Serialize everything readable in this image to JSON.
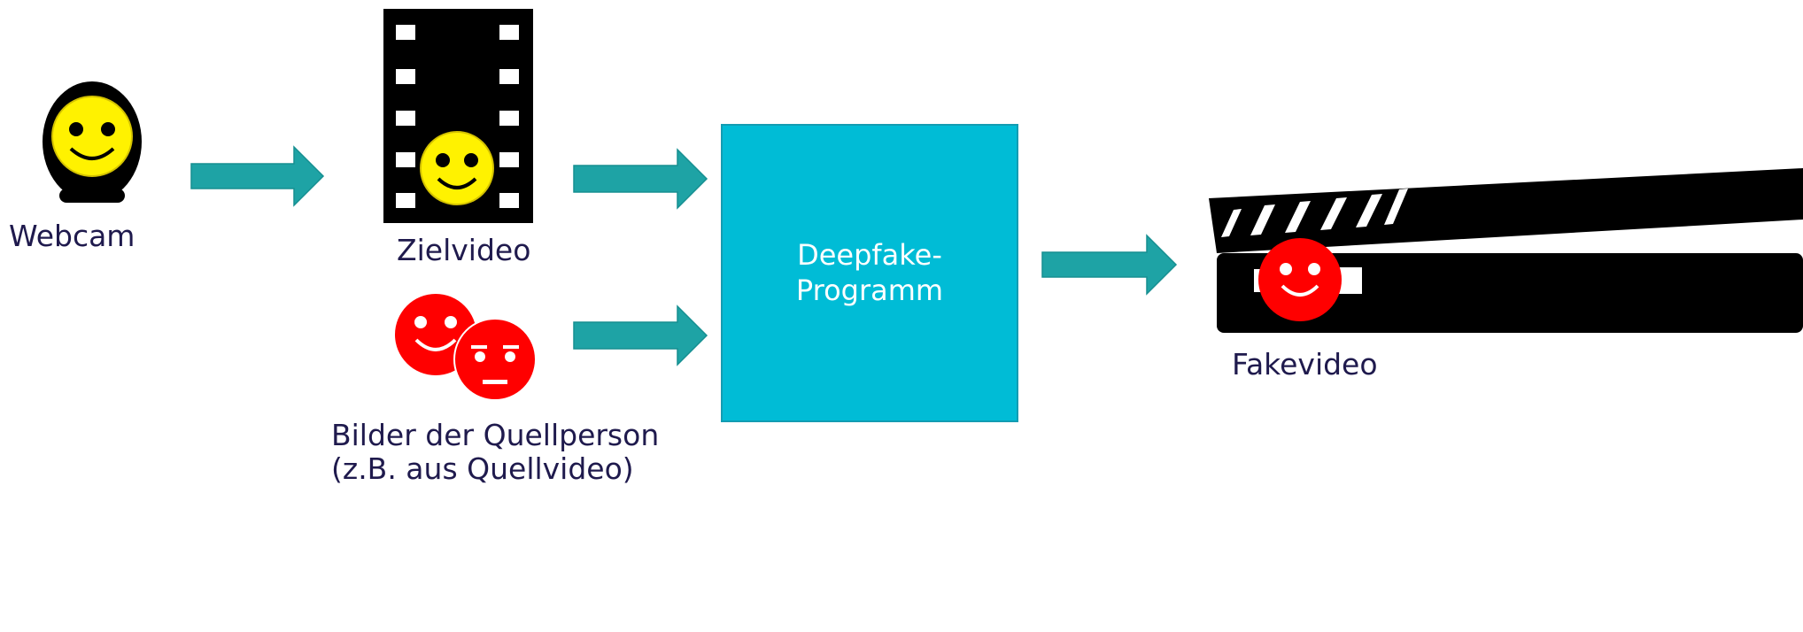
{
  "colors": {
    "text": "#1f1a4d",
    "arrow": "#1ea3a5",
    "arrow_border": "#168f91",
    "process_box": "#00bcd6",
    "process_border": "#139cb2",
    "process_text": "#ffffff",
    "face_yellow": "#fff200",
    "face_red": "#ff0000",
    "dark": "#000000"
  },
  "nodes": {
    "webcam": {
      "label": "Webcam",
      "icon": "webcam-icon"
    },
    "target_video": {
      "label": "Zielvideo",
      "icon": "film-strip-icon"
    },
    "source_images": {
      "label_line1": "Bilder der Quellperson",
      "label_line2": "(z.B. aus Quellvideo)",
      "icon": "red-faces-icon"
    },
    "deepfake_program": {
      "label_line1": "Deepfake-",
      "label_line2": "Programm"
    },
    "fake_video": {
      "label": "Fakevideo",
      "icon": "clapperboard-icon"
    }
  }
}
